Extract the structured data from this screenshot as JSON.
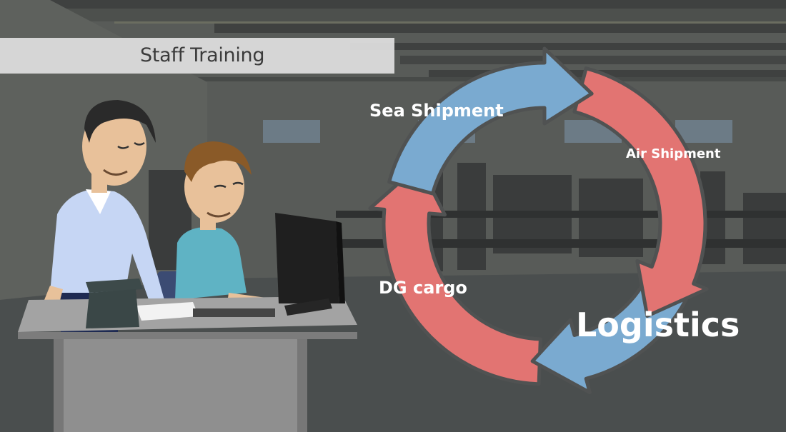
{
  "header": {
    "title": "Staff Training"
  },
  "cycle": {
    "labels": {
      "sea": "Sea Shipment",
      "air": "Air  Shipment",
      "dg": "DG cargo",
      "logistics": "Logistics"
    },
    "colors": {
      "blue": "#7aaad0",
      "red": "#e27472",
      "outline": "#505252"
    }
  },
  "scene": {
    "colors": {
      "wall": "#5a5d5a",
      "floor": "#4b4f4f",
      "desk": "#9e9e9e",
      "shirt_left": "#c6d6f4",
      "shirt_right": "#5fb3c4",
      "hair": "#2a2a2a",
      "hair_right": "#8a5a28"
    }
  }
}
